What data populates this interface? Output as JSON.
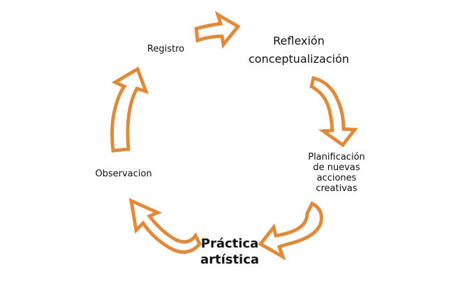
{
  "diagram": {
    "accent_color": "#e08a3c",
    "nodes": {
      "registro": "Registro",
      "reflexion_line1": "Reflexión",
      "reflexion_line2": "conceptualización",
      "planificacion_line1": "Planificación",
      "planificacion_line2": "de nuevas",
      "planificacion_line3": "acciones",
      "planificacion_line4": "creativas",
      "practica_line1": "Práctica",
      "practica_line2": "artística",
      "observacion": "Observacion"
    }
  }
}
